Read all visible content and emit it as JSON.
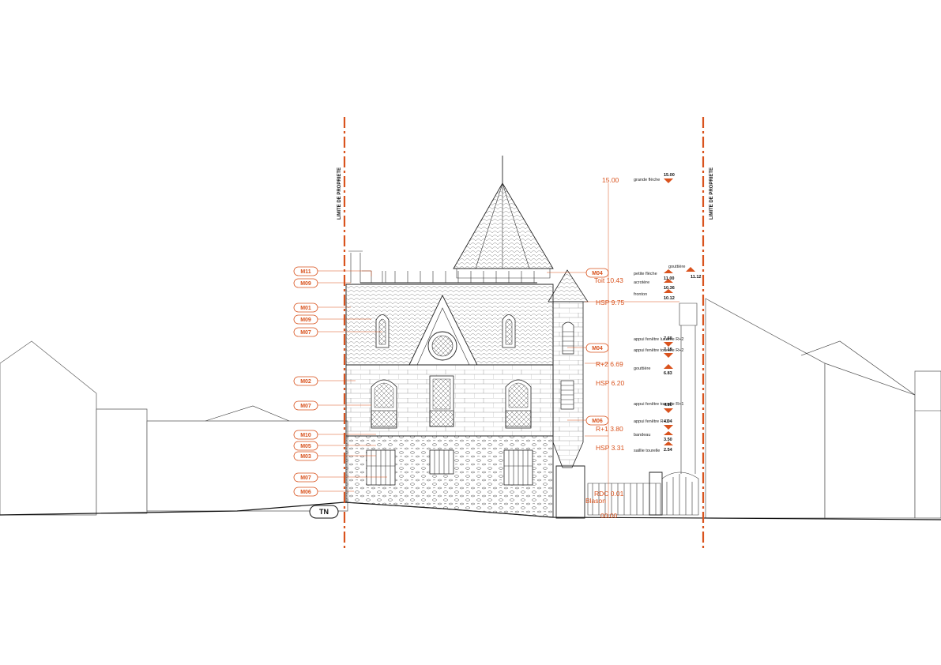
{
  "property_limits": {
    "left_label": "LIMITE DE PROPRIETE",
    "right_label": "LIMITE DE PROPRIETE"
  },
  "ground_label": "TN",
  "material_tags": [
    {
      "code": "M11"
    },
    {
      "code": "M09"
    },
    {
      "code": "M01"
    },
    {
      "code": "M09"
    },
    {
      "code": "M07"
    },
    {
      "code": "M02"
    },
    {
      "code": "M07"
    },
    {
      "code": "M10"
    },
    {
      "code": "M05"
    },
    {
      "code": "M03"
    },
    {
      "code": "M07"
    },
    {
      "code": "M06"
    },
    {
      "code": "M04"
    },
    {
      "code": "M04"
    },
    {
      "code": "M06"
    }
  ],
  "levels": {
    "top": "15.00",
    "toit": "Toit  10.43",
    "hsp_top": "HSP  9.75",
    "r2": "R+2  6.69",
    "hsp_mid": "HSP  6.20",
    "r1": "R+1  3.80",
    "hsp_low": "HSP  3.31",
    "rdc": "RDC  0.01",
    "blason": "Blason",
    "base": "00.00"
  },
  "elevation_marks": [
    {
      "label": "grande flèche",
      "value": "15.00"
    },
    {
      "label": "gouttière",
      "value": "11.12"
    },
    {
      "label": "petite flèche",
      "value": "11.00"
    },
    {
      "label": "acrotère",
      "value": "10.36"
    },
    {
      "label": "fronton",
      "value": "10.12"
    },
    {
      "label": "appui fenêtre lucarne R+2",
      "value": "7.69"
    },
    {
      "label": "appui fenêtre tourelle R+2",
      "value": "7.19"
    },
    {
      "label": "gouttière",
      "value": "6.83"
    },
    {
      "label": "appui fenêtre tourelle R+1",
      "value": "4.80"
    },
    {
      "label": "appui fenêtre R+1",
      "value": "4.04"
    },
    {
      "label": "bandeau",
      "value": "3.50"
    },
    {
      "label": "saillie tourelle",
      "value": "2.54"
    }
  ],
  "colors": {
    "accent": "#d9531e",
    "line": "#333333"
  }
}
